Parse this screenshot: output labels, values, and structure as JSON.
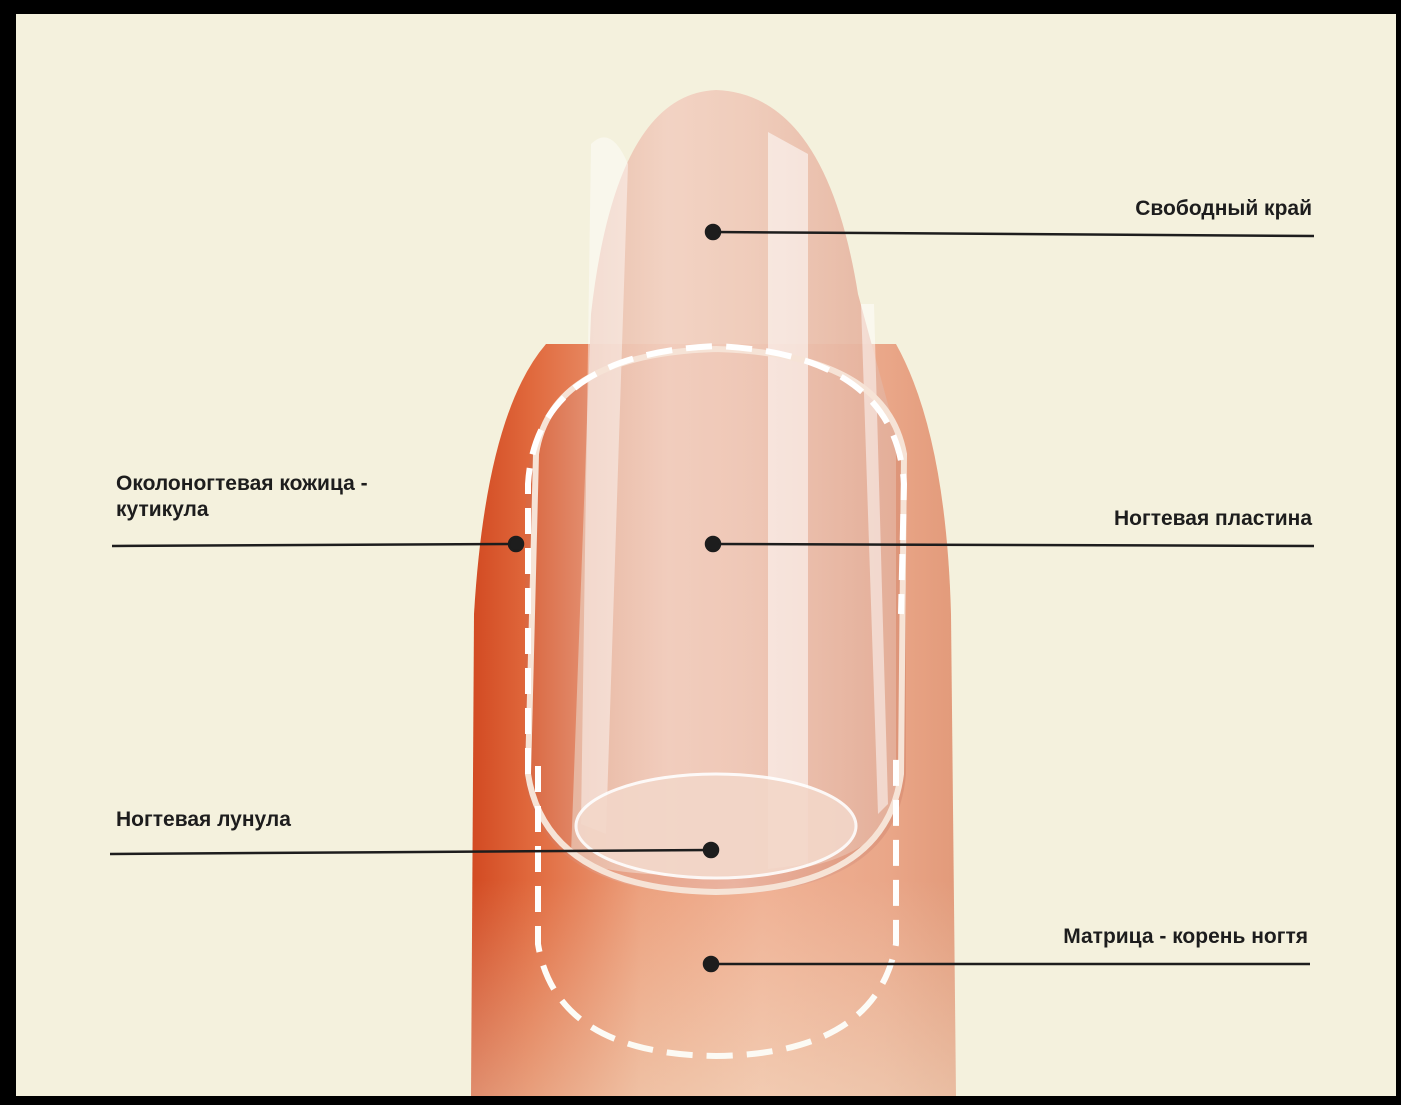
{
  "labels": {
    "free_edge": "Свободный край",
    "nail_plate": "Ногтевая пластина",
    "cuticle_line1": "Околоногтевая кожица -",
    "cuticle_line2": "кутикула",
    "lunula": "Ногтевая лунула",
    "matrix": "Матрица - корень ногтя"
  },
  "colors": {
    "background": "#f4f1dd",
    "skin": "#eaa47f",
    "skin_shadow": "#d9552c",
    "nail": "#efc8b4",
    "dashed_outline": "#ffffff",
    "leader_line": "#1d1d1d"
  }
}
